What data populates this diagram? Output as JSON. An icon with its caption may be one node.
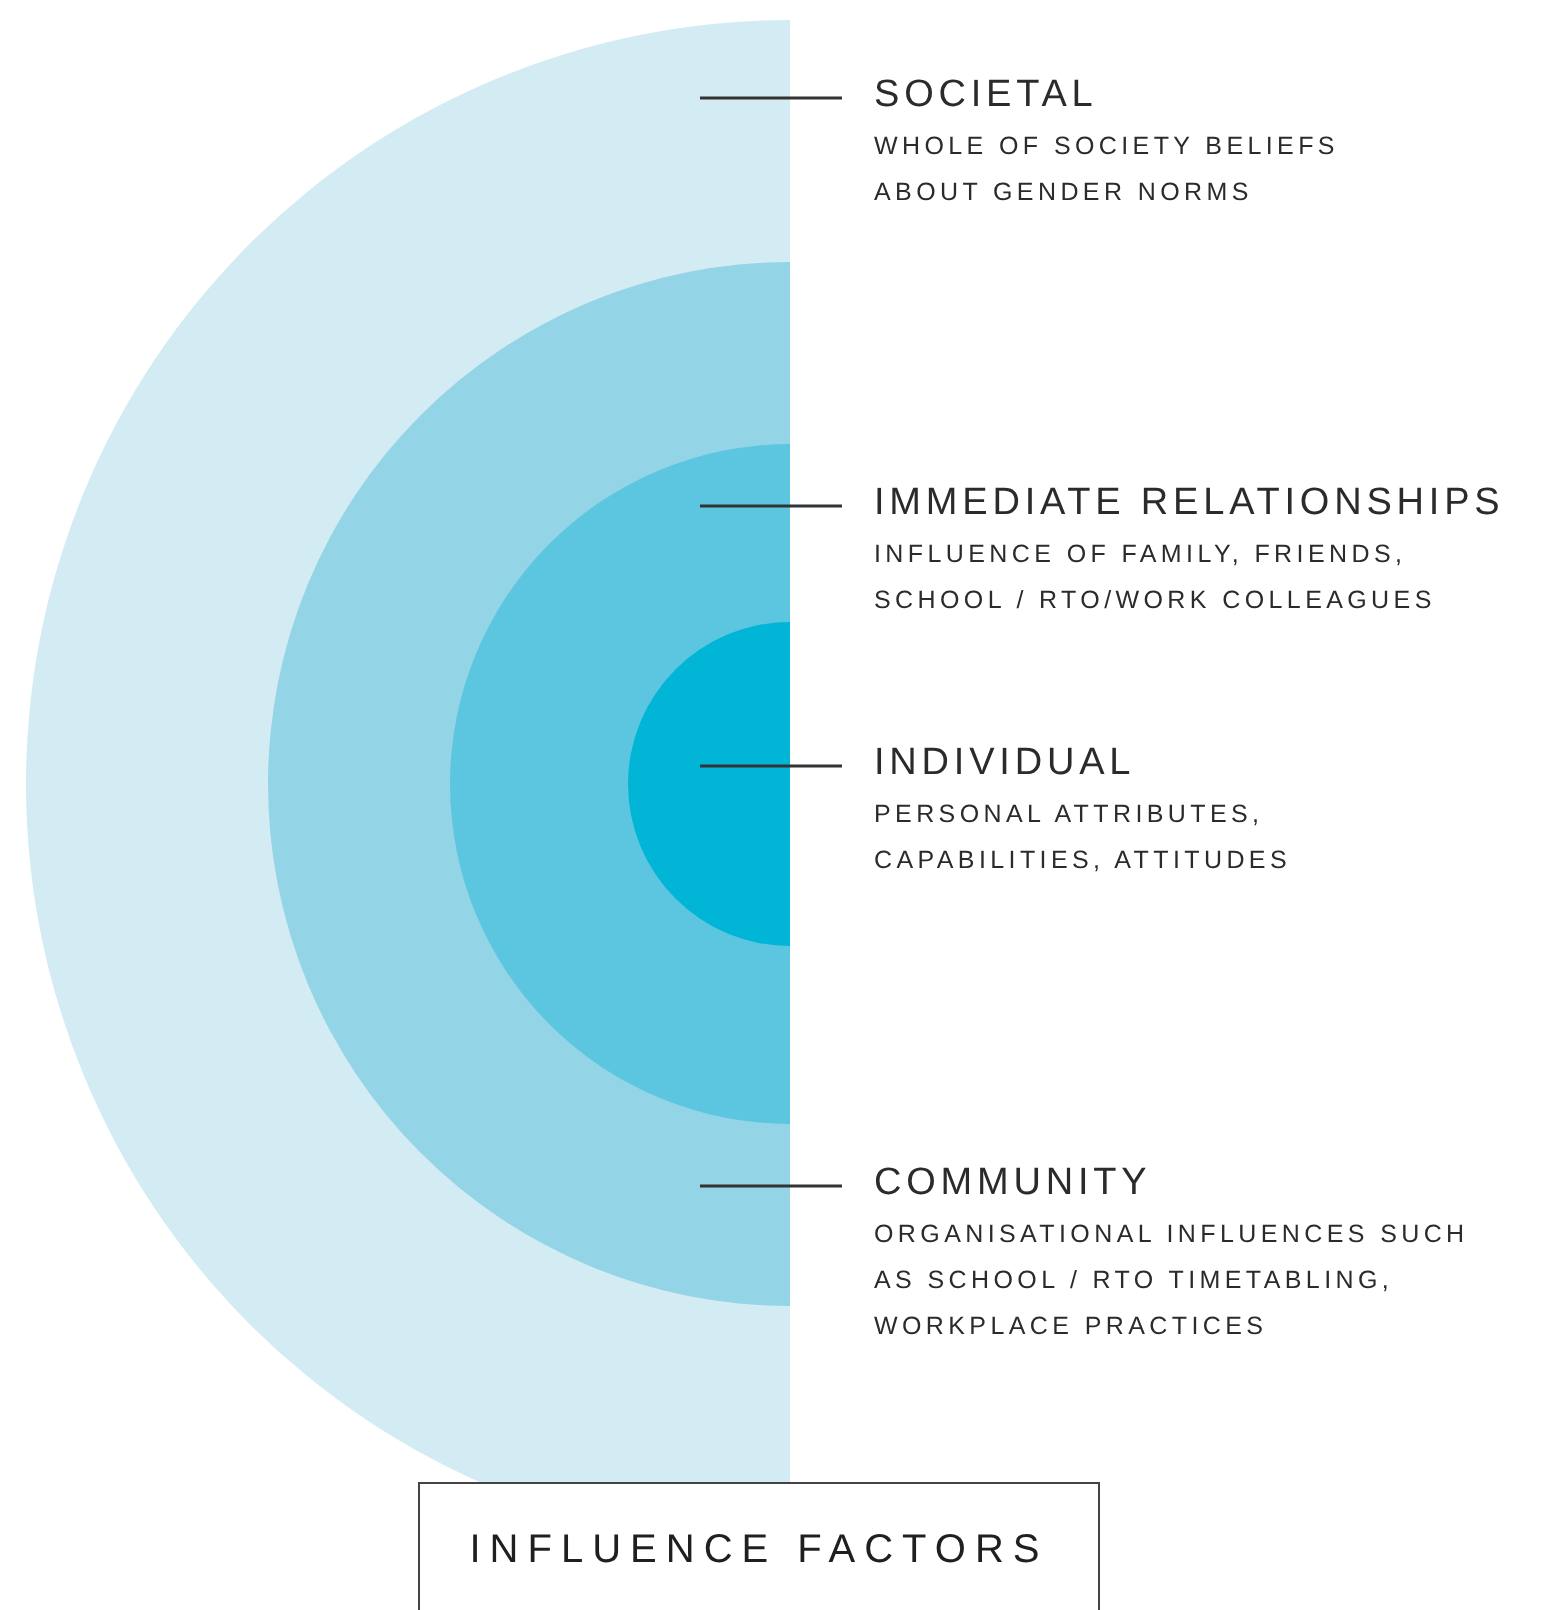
{
  "diagram": {
    "nodes": [
      {
        "text": [],
        "shape": "circle"
      },
      {
        "text": [],
        "shape": "circle",
        "in": 0
      },
      {
        "text": [],
        "shape": "circle",
        "in": 1
      },
      {
        "text": [],
        "shape": "circle",
        "in": 2
      },
      {
        "text": [
          "SOCIETAL",
          "WHOLE OF SOCIETY BELIEFS ABOUT GENDER NORMS"
        ]
      },
      {
        "text": [
          "IMMEDIATE RELATIONSHIPS",
          "INFLUENCE OF FAMILY, FRIENDS, SCHOOL / RTO/WORK COLLEAGUES"
        ]
      },
      {
        "text": [
          "INDIVIDUAL",
          "PERSONAL ATTRIBUTES, CAPABILITIES, ATTITUDES"
        ]
      },
      {
        "text": [
          "COMMUNITY",
          "ORGANISATIONAL INFLUENCES SUCH AS SCHOOL / RTO TIMETABLING, WORKPLACE PRACTICES"
        ]
      },
      {
        "text": [
          "INFLUENCE FACTORS"
        ]
      }
    ],
    "edges": [
      {
        "from": 4,
        "to": 0,
        "arrow": "none"
      },
      {
        "from": 5,
        "to": 2,
        "arrow": "none"
      },
      {
        "from": 6,
        "to": 3,
        "arrow": "none"
      },
      {
        "from": 7,
        "to": 1,
        "arrow": "none"
      }
    ]
  }
}
